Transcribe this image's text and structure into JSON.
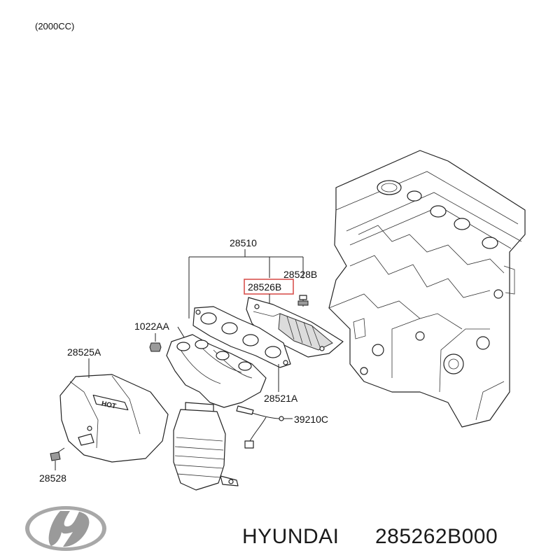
{
  "header": {
    "engine_note": "(2000CC)"
  },
  "callouts": {
    "manifold_assy": "28510",
    "heat_protector_bolt": "28528B",
    "heat_protector_upper": "28526B",
    "nut": "1022AA",
    "heat_protector_lower": "28525A",
    "gasket": "28521A",
    "oxygen_sensor": "39210C",
    "bolt": "28528"
  },
  "highlight": {
    "part": "28526B",
    "color": "#d9534f"
  },
  "footer": {
    "brand": "HYUNDAI",
    "part_number": "285262B000"
  },
  "hot_label": "HOT"
}
